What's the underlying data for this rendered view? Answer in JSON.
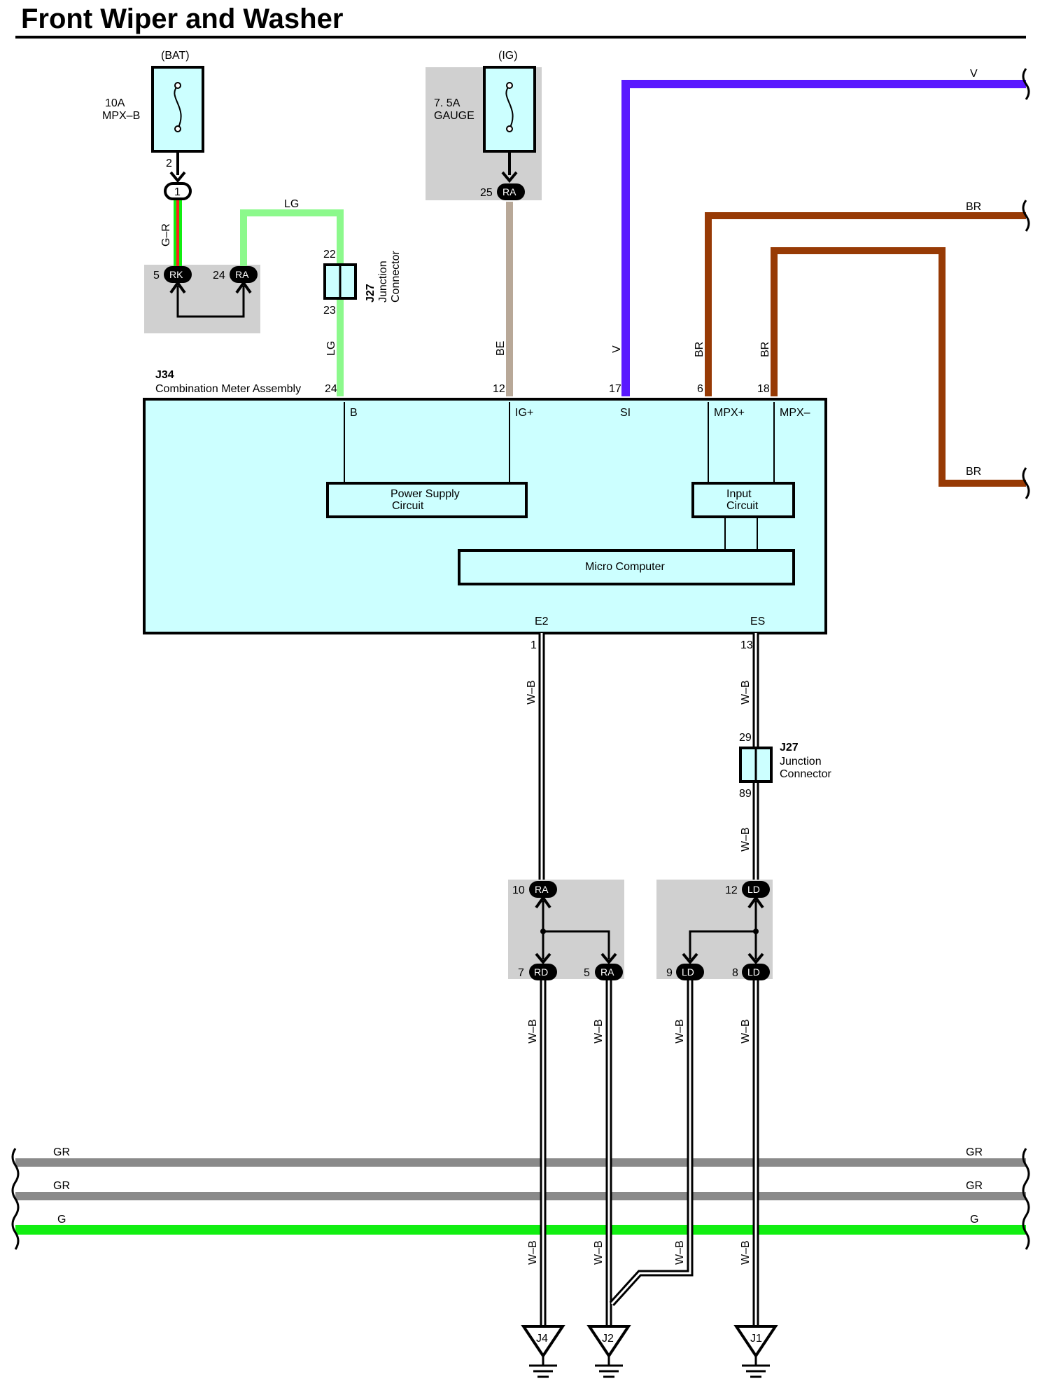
{
  "title": "Front Wiper and Washer",
  "colors": {
    "violet": "#5a18ff",
    "brown": "#973a05",
    "light_green": "#8cf98c",
    "green": "#11ee11",
    "gray": "#8a8a8a",
    "beige": "#b8a898",
    "meter_fill": "#ccffff",
    "shade": "#d0d0d0",
    "red": "#ff2020"
  },
  "fuses": [
    {
      "source": "(BAT)",
      "rating": "10A",
      "name": "MPX–B",
      "pin": "2"
    },
    {
      "source": "(IG)",
      "rating": "7. 5A",
      "name": "GAUGE",
      "pin": "25",
      "connector": "RA"
    }
  ],
  "junction_top": {
    "in_pin": "1",
    "left_pin": "5",
    "left_conn": "RK",
    "right_pin": "24",
    "right_conn": "RA"
  },
  "j27_top": {
    "id": "J27",
    "line1": "Junction",
    "line2": "Connector",
    "pin_top": "22",
    "pin_bottom": "23"
  },
  "j27_bottom": {
    "id": "J27",
    "line1": "Junction",
    "line2": "Connector",
    "pin_top": "29",
    "pin_bottom": "89"
  },
  "meter": {
    "id": "J34",
    "name": "Combination Meter Assembly",
    "pins": [
      {
        "num": "24",
        "term": "B",
        "wire": "LG"
      },
      {
        "num": "12",
        "term": "IG+",
        "wire": "BE"
      },
      {
        "num": "17",
        "term": "SI",
        "wire": "V"
      },
      {
        "num": "6",
        "term": "MPX+",
        "wire": "BR"
      },
      {
        "num": "18",
        "term": "MPX–",
        "wire": "BR"
      }
    ],
    "bottom_pins": [
      {
        "num": "1",
        "term": "E2",
        "wire": "W–B"
      },
      {
        "num": "13",
        "term": "ES",
        "wire": "W–B"
      }
    ],
    "power_supply": {
      "line1": "Power Supply",
      "line2": "Circuit"
    },
    "input_circuit": {
      "line1": "Input",
      "line2": "Circuit"
    },
    "micro_computer": "Micro Computer"
  },
  "wire_labels": {
    "g_r": "G–R",
    "lg": "LG",
    "v": "V",
    "br": "BR",
    "wb": "W–B",
    "gr": "GR",
    "g": "G"
  },
  "splice_left": {
    "in_pin": "10",
    "in_conn": "RA",
    "out1_pin": "7",
    "out1_conn": "RD",
    "out2_pin": "5",
    "out2_conn": "RA"
  },
  "splice_right": {
    "in_pin": "12",
    "in_conn": "LD",
    "out1_pin": "9",
    "out1_conn": "LD",
    "out2_pin": "8",
    "out2_conn": "LD"
  },
  "grounds": [
    "J4",
    "J2",
    "J1"
  ]
}
